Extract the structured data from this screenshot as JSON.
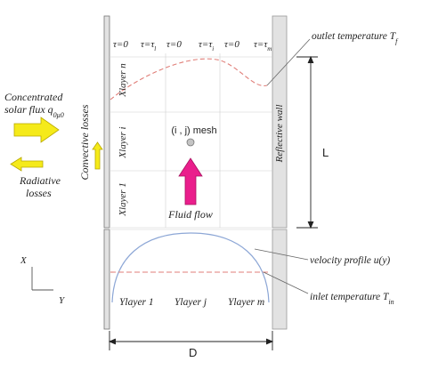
{
  "tau_labels": [
    "τ=0",
    "τ=τ",
    "τ=0",
    "τ=τ",
    "τ=0",
    "τ=τ"
  ],
  "tau_subscripts": [
    "",
    "l",
    "",
    "i",
    "",
    "m"
  ],
  "outlet": {
    "label": "outlet temperature T",
    "subscript": "f"
  },
  "inlet": {
    "label": "inlet temperature T",
    "subscript": "in"
  },
  "velocity_label": "velocity profile u(y)",
  "xlayers": [
    "Xlayer n",
    "Xlayer i",
    "Xlayer 1"
  ],
  "ylayers": [
    "Ylayer 1",
    "Ylayer j",
    "Ylayer m"
  ],
  "mesh_label": "(i , j) mesh",
  "fluid_flow": "Fluid flow",
  "reflective_wall": "Reflective wall",
  "convective_losses": "Convective losses",
  "solar_flux": {
    "line1": "Concentrated",
    "line2": "solar flux q",
    "subscript": "0μ0"
  },
  "radiative_losses": {
    "line1": "Radiative",
    "line2": "losses"
  },
  "dim_L": "L",
  "dim_D": "D",
  "axis_x": "X",
  "axis_y": "Y",
  "colors": {
    "yellow_fill": "#f5ea1a",
    "yellow_stroke": "#b8a800",
    "magenta_fill": "#ea1e8c",
    "wall_fill": "#e2e2e2",
    "profile_blue": "#8da7d6",
    "dashed_red": "#e07e78"
  }
}
